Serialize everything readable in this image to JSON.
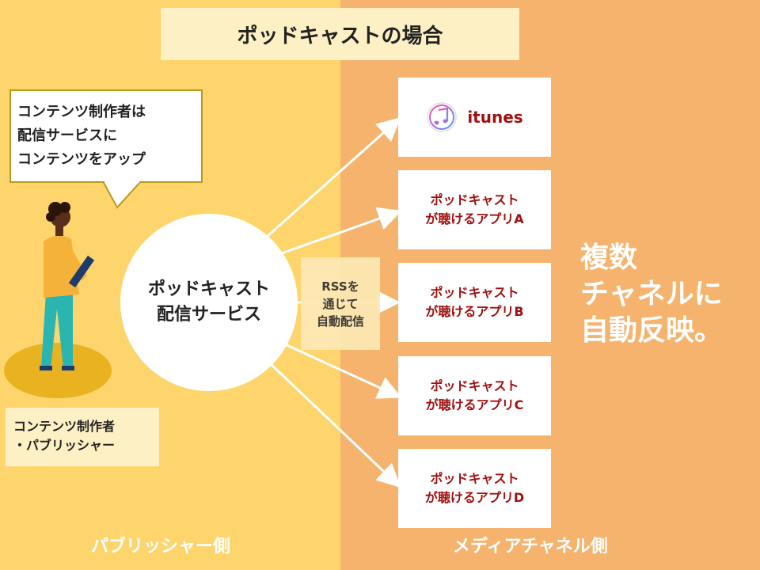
{
  "title": "ポッドキャストの場合",
  "callout": {
    "lines": [
      "コンテンツ制作者は",
      "配信サービスに",
      "コンテンツをアップ"
    ]
  },
  "publisher_label": {
    "lines": [
      "コンテンツ制作者",
      "・パブリッシャー"
    ]
  },
  "service": {
    "lines": [
      "ポッドキャスト",
      "配信サービス"
    ]
  },
  "rss": {
    "lines": [
      "RSSを",
      "通じて",
      "自動配信"
    ]
  },
  "channels": [
    {
      "name": "itunes",
      "icon": "itunes-icon"
    },
    {
      "lines": [
        "ポッドキャスト",
        "が聴けるアプリA"
      ]
    },
    {
      "lines": [
        "ポッドキャスト",
        "が聴けるアプリB"
      ]
    },
    {
      "lines": [
        "ポッドキャスト",
        "が聴けるアプリC"
      ]
    },
    {
      "lines": [
        "ポッドキャスト",
        "が聴けるアプリD"
      ]
    }
  ],
  "summary": {
    "lines": [
      "複数",
      "チャネルに",
      "自動反映。"
    ]
  },
  "footer": {
    "left": "パブリッシャー側",
    "right": "メディアチャネル側"
  },
  "colors": {
    "left_bg": "#fdd56c",
    "right_bg": "#f5b36d",
    "channel_text": "#a01010",
    "arrow": "#ffffff"
  }
}
